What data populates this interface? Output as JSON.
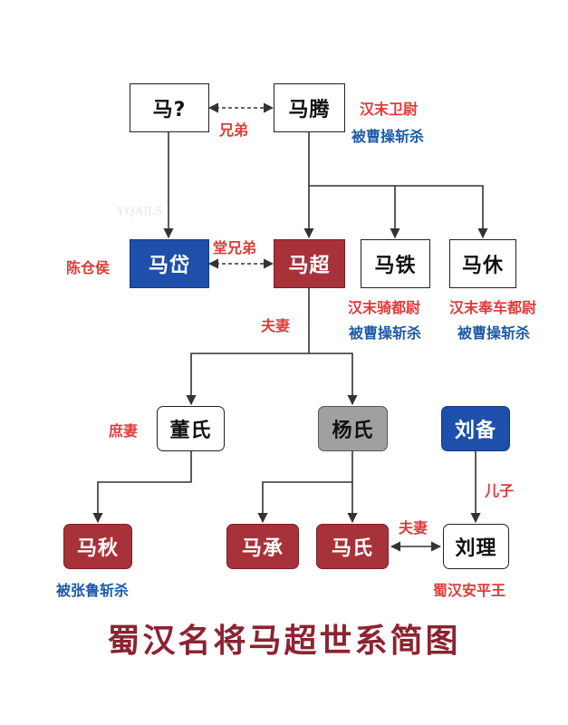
{
  "title": "蜀汉名将马超世系简图",
  "watermark": "YQAILS",
  "people": {
    "ma_unknown": "马?",
    "ma_teng": "马腾",
    "ma_dai": "马岱",
    "ma_chao": "马超",
    "ma_tie": "马铁",
    "ma_xiu": "马休",
    "dong_shi": "董氏",
    "yang_shi": "杨氏",
    "liu_bei": "刘备",
    "ma_qiu": "马秋",
    "ma_cheng": "马承",
    "ma_shi": "马氏",
    "liu_li": "刘理"
  },
  "relations": {
    "brothers": "兄弟",
    "cousins": "堂兄弟",
    "spouse_chao": "夫妻",
    "concubine": "庶妻",
    "son": "儿子",
    "spouse_li": "夫妻"
  },
  "notes": {
    "ma_teng_title": "汉末卫尉",
    "ma_teng_fate": "被曹操斩杀",
    "ma_dai_title": "陈仓侯",
    "ma_tie_title": "汉末骑都尉",
    "ma_tie_fate": "被曹操斩杀",
    "ma_xiu_title": "汉末奉车都尉",
    "ma_xiu_fate": "被曹操斩杀",
    "ma_qiu_fate": "被张鲁斩杀",
    "liu_li_title": "蜀汉安平王"
  },
  "colors": {
    "emphasis_red": "#a8323a",
    "royal_blue": "#1e4faa",
    "spouse_gray": "#a0a0a0",
    "note_red": "#e03a3a",
    "note_blue": "#1e5aa8",
    "title_red": "#8c2331"
  }
}
